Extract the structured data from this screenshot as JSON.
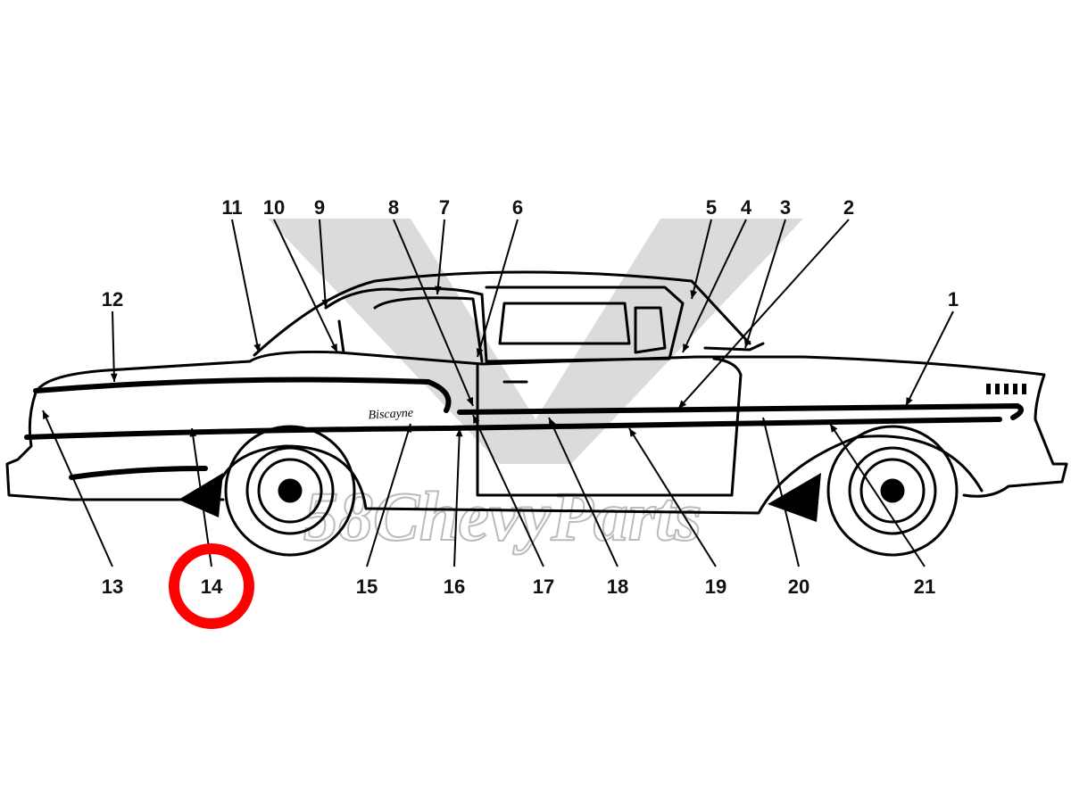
{
  "diagram": {
    "watermark": "58ChevyParts",
    "highlight_color": "#ff0000",
    "highlighted_callout": "14",
    "callouts": [
      "1",
      "2",
      "3",
      "4",
      "5",
      "6",
      "7",
      "8",
      "9",
      "10",
      "11",
      "12",
      "13",
      "14",
      "15",
      "16",
      "17",
      "18",
      "19",
      "20",
      "21"
    ],
    "script_emblem": "Biscayne"
  }
}
